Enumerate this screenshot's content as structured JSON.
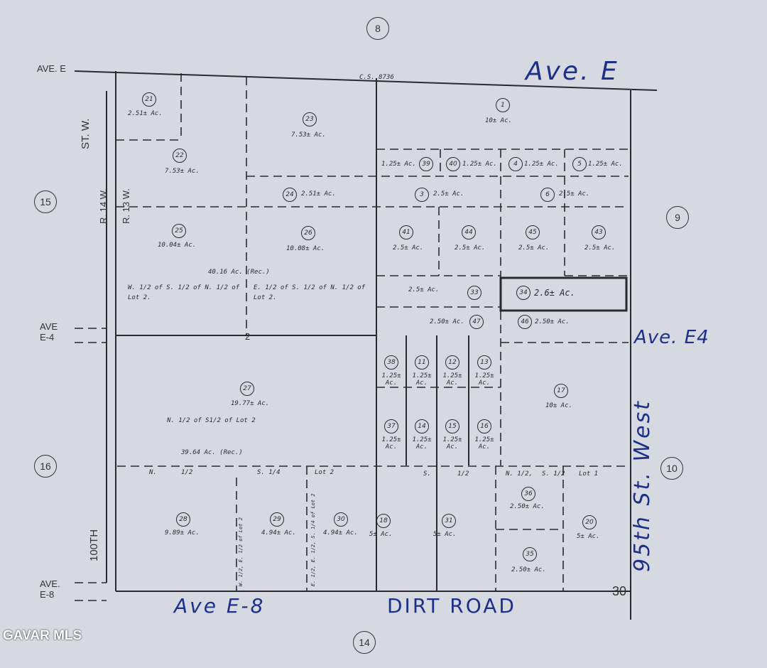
{
  "sections": {
    "top": "8",
    "left_upper": "15",
    "left_lower": "16",
    "right_upper": "9",
    "right_lower": "10",
    "bottom": "14",
    "corner_mid": "2",
    "corner_bottom_right": "30"
  },
  "road_labels": {
    "ave_e": "AVE. E",
    "ave_e4": "AVE E-4",
    "ave_e8": "AVE. E-8",
    "st_w": "ST. W.",
    "r14w": "R. 14 W.",
    "r13w": "R. 13 W.",
    "100th": "100TH",
    "cs": "C.S. 8736"
  },
  "handwritten": {
    "ave_e": "Ave. E",
    "ave_e4": "Ave. E4",
    "ave_e8": "Ave E-8",
    "dirt_road": "DIRT ROAD",
    "street": "95th St. West"
  },
  "highlighted_parcel": "34",
  "parcels": [
    {
      "num": "21",
      "acres": "2.51± Ac."
    },
    {
      "num": "22",
      "acres": "7.53± Ac."
    },
    {
      "num": "23",
      "acres": "7.53± Ac."
    },
    {
      "num": "24",
      "acres": "2.51± Ac."
    },
    {
      "num": "25",
      "acres": "10.04± Ac."
    },
    {
      "num": "26",
      "acres": "10.08± Ac."
    },
    {
      "num": "1",
      "acres": "10± Ac."
    },
    {
      "num": "39",
      "acres": "1.25± Ac."
    },
    {
      "num": "40",
      "acres": "1.25± Ac."
    },
    {
      "num": "4",
      "acres": "1.25± Ac."
    },
    {
      "num": "5",
      "acres": "1.25± Ac."
    },
    {
      "num": "3",
      "acres": "2.5± Ac."
    },
    {
      "num": "6",
      "acres": "2.5± Ac."
    },
    {
      "num": "41",
      "acres": "2.5± Ac."
    },
    {
      "num": "44",
      "acres": "2.5± Ac."
    },
    {
      "num": "45",
      "acres": "2.5± Ac."
    },
    {
      "num": "43",
      "acres": "2.5± Ac."
    },
    {
      "num": "33",
      "acres": "2.5± Ac."
    },
    {
      "num": "34",
      "acres": "2.6± Ac."
    },
    {
      "num": "47",
      "acres": "2.50± Ac."
    },
    {
      "num": "46",
      "acres": "2.50± Ac."
    },
    {
      "num": "38",
      "acres": "1.25± Ac."
    },
    {
      "num": "11",
      "acres": "1.25± Ac."
    },
    {
      "num": "12",
      "acres": "1.25± Ac."
    },
    {
      "num": "13",
      "acres": "1.25± Ac."
    },
    {
      "num": "17",
      "acres": "10± Ac."
    },
    {
      "num": "37",
      "acres": "1.25± Ac."
    },
    {
      "num": "14",
      "acres": "1.25± Ac."
    },
    {
      "num": "15",
      "acres": "1.25± Ac."
    },
    {
      "num": "16",
      "acres": "1.25± Ac."
    },
    {
      "num": "27",
      "acres": "19.77± Ac."
    },
    {
      "num": "28",
      "acres": "9.89± Ac."
    },
    {
      "num": "29",
      "acres": "4.94± Ac."
    },
    {
      "num": "30",
      "acres": "4.94± Ac."
    },
    {
      "num": "18",
      "acres": "5± Ac."
    },
    {
      "num": "31",
      "acres": "5± Ac."
    },
    {
      "num": "36",
      "acres": "2.50± Ac."
    },
    {
      "num": "35",
      "acres": "2.50± Ac."
    },
    {
      "num": "20",
      "acres": "5± Ac."
    }
  ],
  "notes": {
    "rec_upper": "40.16 Ac. (Rec.)",
    "w_half": "W. 1/2 of S. 1/2 of N. 1/2 of Lot 2.",
    "e_half": "E. 1/2 of S. 1/2 of N. 1/2 of Lot 2.",
    "lot2_n": "N. 1/2 of S1/2 of Lot 2",
    "rec_lower": "39.64 Ac. (Rec.)",
    "n": "N.",
    "half1": "1/2",
    "s14": "S. 1/4",
    "lot2": "Lot 2",
    "s": "S.",
    "half2": "1/2",
    "n12": "N. 1/2,",
    "s12": "S. 1/2",
    "lot1": "Lot 1",
    "w_half_e": "W. 1/2, E. 1/2 of Lot 2",
    "e_half_e": "E. 1/2, E. 1/2, S. 1/4 of Lot 2"
  },
  "watermark": "GAVAR MLS",
  "colors": {
    "paper": "#d7d9e1",
    "ink": "#2a2a2e",
    "pen": "#1c2f8a"
  }
}
